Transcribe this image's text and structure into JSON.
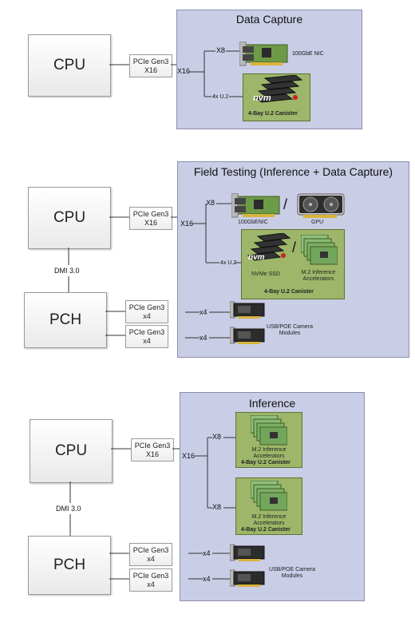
{
  "cpu_label": "CPU",
  "pch_label": "PCH",
  "dmi_label": "DMI 3.0",
  "pcie_gen3": "PCIe Gen3",
  "x16": "X16",
  "x8": "X8",
  "x4": "x4",
  "x4_u2": "4x U.2",
  "nvm_logo": "nvm",
  "section1": {
    "title": "Data Capture",
    "nic_label": "100GbE NIC",
    "canister_label": "4-Bay U.2 Canister"
  },
  "section2": {
    "title": "Field Testing (Inference + Data Capture)",
    "nic_label": "100GbENIC",
    "gpu_label": "GPU",
    "slash": "/",
    "nvme_label": "NVMe SSD",
    "m2_label": "M.2 Inference Accelerators",
    "canister_label": "4-Bay U.2 Canister",
    "camera_label": "USB/POE Camera Modules"
  },
  "section3": {
    "title": "Inference",
    "m2_label": "M.2 Inference Accelerators",
    "canister_label": "4-Bay U.2 Canister",
    "camera_label": "USB/POE Camera Modules"
  },
  "colors": {
    "panel": "#c9cde6",
    "canister": "#9db669",
    "nic_board": "#6d9a46"
  }
}
